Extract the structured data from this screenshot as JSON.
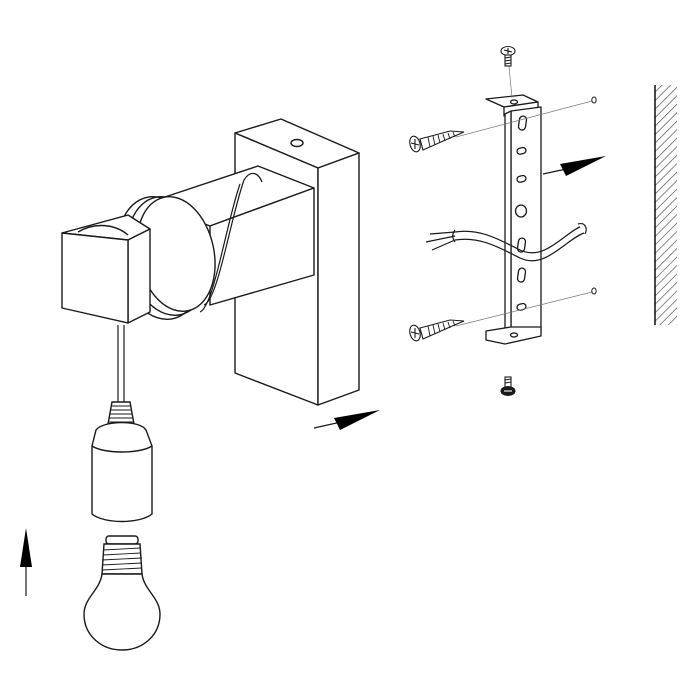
{
  "diagram": {
    "kind": "assembly-instruction",
    "text_labels": [],
    "colors": {
      "line": "#1a1a1a",
      "hatch": "#555555",
      "arrow_fill": "#000000",
      "background": "#ffffff"
    },
    "parts": [
      {
        "id": "wall",
        "icon": "hatched-wall"
      },
      {
        "id": "mounting-bracket",
        "icon": "slotted-bracket"
      },
      {
        "id": "wall-screw-top",
        "icon": "wood-screw"
      },
      {
        "id": "wall-screw-bottom",
        "icon": "wood-screw"
      },
      {
        "id": "grub-screw-top",
        "icon": "small-screw"
      },
      {
        "id": "grub-screw-bottom",
        "icon": "small-screw"
      },
      {
        "id": "mains-cable",
        "icon": "stripped-cable"
      },
      {
        "id": "wall-plate",
        "icon": "rectangular-backplate"
      },
      {
        "id": "lamp-arm",
        "icon": "square-arm"
      },
      {
        "id": "lamp-holder",
        "icon": "cylindrical-socket"
      },
      {
        "id": "light-bulb",
        "icon": "bulb"
      }
    ],
    "arrows": [
      {
        "id": "arrow-bracket-to-wall",
        "direction": "right"
      },
      {
        "id": "arrow-plate-to-bracket",
        "direction": "right"
      },
      {
        "id": "arrow-bulb-into-holder",
        "direction": "up"
      }
    ]
  }
}
